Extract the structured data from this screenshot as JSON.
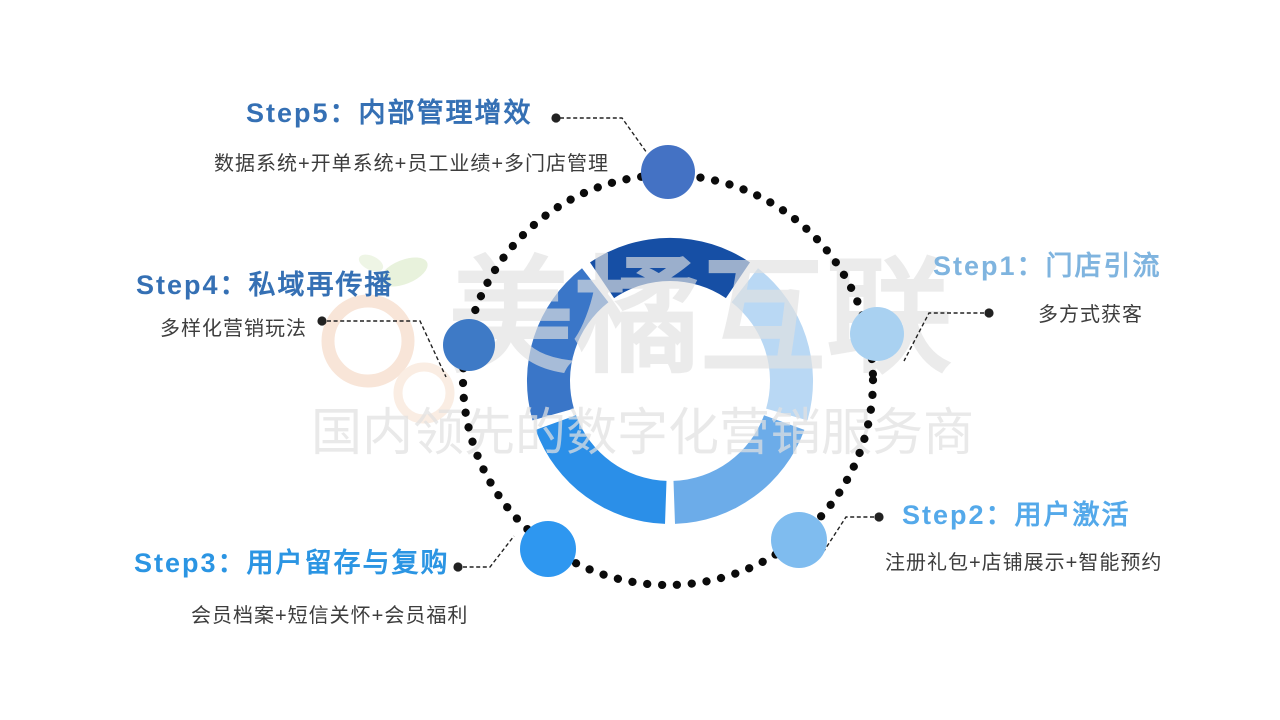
{
  "background": "#FFFFFF",
  "watermark": {
    "brand": "美橘互联",
    "tagline": "国内领先的数字化营销服务商",
    "text_color": "#E0E0E0",
    "logo_ring_color": "#F8E5D8",
    "logo_leaf_color": "#E8F2DC"
  },
  "steps": [
    {
      "id": "step1",
      "title": "Step1：门店引流",
      "desc": "多方式获客",
      "title_color": "#7FB4DF",
      "node_color": "#A9D1F1"
    },
    {
      "id": "step2",
      "title": "Step2：用户激活",
      "desc": "注册礼包+店铺展示+智能预约",
      "title_color": "#54A9EA",
      "node_color": "#7FBCEF"
    },
    {
      "id": "step3",
      "title": "Step3：用户留存与复购",
      "desc": "会员档案+短信关怀+会员福利",
      "title_color": "#2B95E3",
      "node_color": "#2E97F0"
    },
    {
      "id": "step4",
      "title": "Step4：私域再传播",
      "desc": "多样化营销玩法",
      "title_color": "#3570B4",
      "node_color": "#3E7AC6"
    },
    {
      "id": "step5",
      "title": "Step5：内部管理增效",
      "desc": "数据系统+开单系统+员工业绩+多门店管理",
      "title_color": "#3570B4",
      "node_color": "#4472C4"
    }
  ],
  "chart_data": {
    "type": "pie",
    "title": "Five-step marketing loop donut (equal segments)",
    "legend_position": "none",
    "segments": [
      {
        "label": "Step5 内部管理增效",
        "value": 20,
        "color": "#164FA5",
        "start_deg": 124,
        "end_deg": 56
      },
      {
        "label": "Step1 门店引流",
        "value": 20,
        "color": "#B9D8F4",
        "start_deg": 52,
        "end_deg": -16
      },
      {
        "label": "Step2 用户激活",
        "value": 20,
        "color": "#6CACE9",
        "start_deg": -20,
        "end_deg": -88
      },
      {
        "label": "Step3 用户留存与复购",
        "value": 20,
        "color": "#2B8FE8",
        "start_deg": -92,
        "end_deg": -160
      },
      {
        "label": "Step4 私域再传播",
        "value": 20,
        "color": "#3A76C8",
        "start_deg": -164,
        "end_deg": -232
      }
    ]
  },
  "decor": {
    "dotted_ring_color": "#0B0B0B",
    "connector_color": "#222222"
  }
}
